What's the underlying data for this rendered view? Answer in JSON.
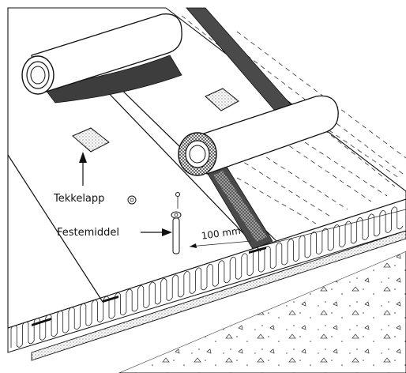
{
  "labels": {
    "patch": "Tekkelapp",
    "fastener": "Festemiddel",
    "dimension": "100 mm"
  },
  "colors": {
    "line": "#111111",
    "seam": "#4a4a4a",
    "background": "#ffffff"
  }
}
